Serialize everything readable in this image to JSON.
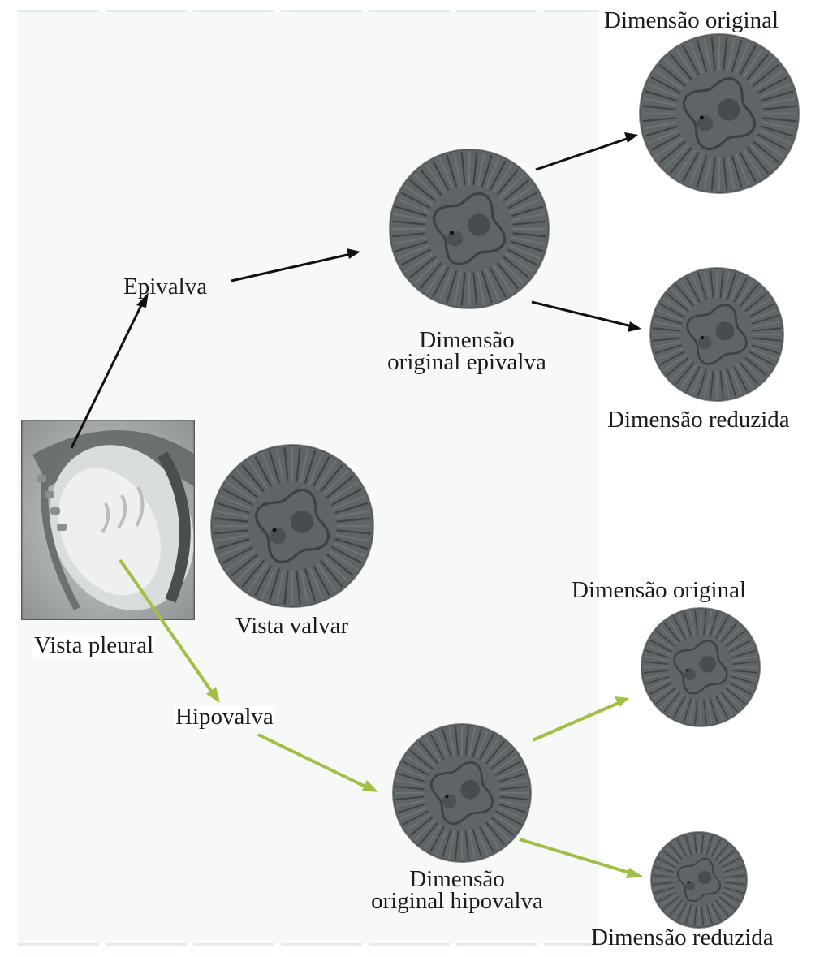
{
  "labels": {
    "epivalva": "Epivalva",
    "hipovalva": "Hipovalva",
    "vista_pleural": "Vista pleural",
    "vista_valvar": "Vista valvar",
    "epi_original_line1": "Dimensão",
    "epi_original_line2": "original epivalva",
    "hipo_original_line1": "Dimensão",
    "hipo_original_line2": "original hipovalva",
    "top_original": "Dimensão original",
    "top_reduzida": "Dimensão reduzida",
    "bottom_original": "Dimensão original",
    "bottom_reduzida": "Dimensão reduzida"
  },
  "colors": {
    "epivalva_arrow": "#111111",
    "hipovalva_arrow": "#a2bf45",
    "diatom_fill": "#5f6466",
    "diatom_rim": "#6d7274",
    "diatom_dark": "#3e4244"
  }
}
